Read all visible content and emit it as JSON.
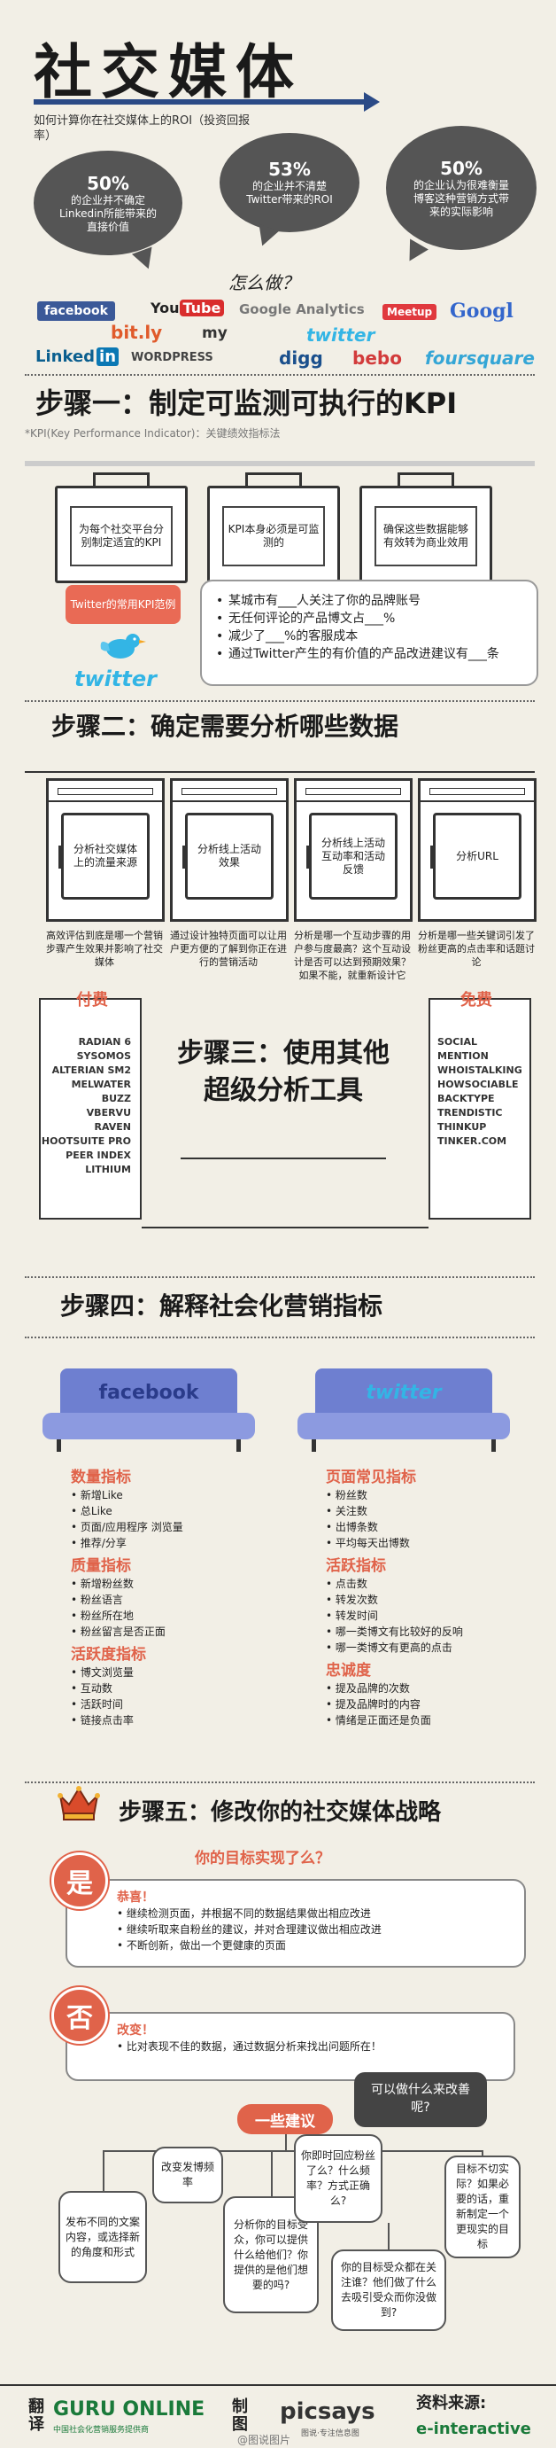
{
  "header": {
    "title": "社交媒体",
    "subtitle": "如何计算你在社交媒体上的ROI（投资回报率）"
  },
  "stats": [
    {
      "pct": "50%",
      "text": "的企业并不确定Linkedin所能带来的直接价值"
    },
    {
      "pct": "53%",
      "text": "的企业并不清楚Twitter带来的ROI"
    },
    {
      "pct": "50%",
      "text": "的企业认为很难衡量博客这种营销方式带来的实际影响"
    }
  ],
  "how_to": "怎么做？",
  "logos": {
    "facebook": "facebook",
    "youtube_a": "You",
    "youtube_b": "Tube",
    "google_analytics": "Google Analytics",
    "meetup": "Meetup",
    "google": "Googl",
    "bitly": "bit.ly",
    "myspace": "my",
    "twitter": "twitter",
    "linkedin_a": "Linked",
    "linkedin_b": "in",
    "wordpress": "WORDPRESS",
    "digg": "digg",
    "bebo": "bebo",
    "foursquare": "foursquare"
  },
  "step1": {
    "title": "步骤一：制定可监测可执行的KPI",
    "note": "*KPI(Key Performance Indicator)：关键绩效指标法",
    "monitors": [
      "为每个社交平台分别制定适宜的KPI",
      "KPI本身必须是可监测的",
      "确保这些数据能够有效转为商业效用"
    ],
    "twitter_badge": "Twitter的常用KPI范例",
    "twitter_word": "twitter",
    "kpi_examples": [
      "某城市有___人关注了你的品牌账号",
      "无任何评论的产品博文占___%",
      "减少了___%的客服成本",
      "通过Twitter产生的有价值的产品改进建议有___条"
    ]
  },
  "step2": {
    "title": "步骤二：确定需要分析哪些数据",
    "washers": [
      "分析社交媒体上的流量来源",
      "分析线上活动效果",
      "分析线上活动互动率和活动反馈",
      "分析URL"
    ],
    "captions": [
      "高效评估到底是哪一个营销步骤产生效果并影响了社交媒体",
      "通过设计独特页面可以让用户更方便的了解到你正在进行的营销活动",
      "分析是哪一个互动步骤的用户参与度最高？这个互动设计是否可以达到预期效果？如果不能，就重新设计它",
      "分析是哪一些关键词引发了粉丝更高的点击率和话题讨论"
    ]
  },
  "step3": {
    "title": "步骤三：使用其他超级分析工具",
    "paid_label": "付费",
    "free_label": "免费",
    "paid_tools": [
      "RADIAN 6",
      "SYSOMOS",
      "ALTERIAN SM2",
      "MELWATER BUZZ",
      "VBERVU",
      "RAVEN",
      "HOOTSUITE PRO",
      "PEER INDEX",
      "LITHIUM"
    ],
    "free_tools": [
      "SOCIAL MENTION",
      "WHOISTALKING",
      "HOWSOCIABLE",
      "BACKTYPE",
      "TRENDISTIC",
      "THINKUP",
      "TINKER.COM"
    ]
  },
  "step4": {
    "title": "步骤四：解释社会化营销指标",
    "facebook_label": "facebook",
    "twitter_label": "twitter",
    "facebook_groups": [
      {
        "heading": "数量指标",
        "items": [
          "• 新增Like",
          "• 总Like",
          "• 页面/应用程序 浏览量",
          "• 推荐/分享"
        ]
      },
      {
        "heading": "质量指标",
        "items": [
          "• 新增粉丝数",
          "• 粉丝语言",
          "• 粉丝所在地",
          "• 粉丝留言是否正面"
        ]
      },
      {
        "heading": "活跃度指标",
        "items": [
          "• 博文浏览量",
          "• 互动数",
          "• 活跃时间",
          "• 链接点击率"
        ]
      }
    ],
    "twitter_groups": [
      {
        "heading": "页面常见指标",
        "items": [
          "• 粉丝数",
          "• 关注数",
          "• 出博条数",
          "• 平均每天出博数"
        ]
      },
      {
        "heading": "活跃指标",
        "items": [
          "• 点击数",
          "• 转发次数",
          "• 转发时间",
          "• 哪一类博文有比较好的反响",
          "• 哪一类博文有更高的点击"
        ]
      },
      {
        "heading": "忠诚度",
        "items": [
          "• 提及品牌的次数",
          "• 提及品牌时的内容",
          "• 情绪是正面还是负面"
        ]
      }
    ]
  },
  "step5": {
    "title": "步骤五：修改你的社交媒体战略",
    "question": "你的目标实现了么？",
    "yes_tag": "是",
    "yes_heading": "恭喜！",
    "yes_items": [
      "• 继续检测页面，并根据不同的数据结果做出相应改进",
      "• 继续听取来自粉丝的建议，并对合理建议做出相应改进",
      "• 不断创新，做出一个更健康的页面"
    ],
    "no_tag": "否",
    "no_heading": "改变！",
    "no_items": [
      "• 比对表现不佳的数据，通过数据分析来找出问题所在！"
    ],
    "improve": "可以做什么来改善呢?",
    "tips_tag": "一些建议",
    "tips": [
      "发布不同的文案内容，或选择新的角度和形式",
      "改变发博频率",
      "分析你的目标受众，你可以提供什么给他们？你提供的是他们想要的吗?",
      "你即时回应粉丝了么？什么频率？方式正确么?",
      "你的目标受众都在关注谁？他们做了什么去吸引受众而你没做到?",
      "目标不切实际？如果必要的话，重新制定一个更现实的目标"
    ]
  },
  "footer": {
    "translate_label": "翻译",
    "guru": "GURU ONLINE",
    "guru_sub": "中国社会化营销服务提供商",
    "made_label": "制图",
    "picsays": "picsays",
    "picsays_sub": "图说·专注信息图",
    "source_label": "资料来源:",
    "source": "e-interactive",
    "watermark": "@图说图片"
  }
}
